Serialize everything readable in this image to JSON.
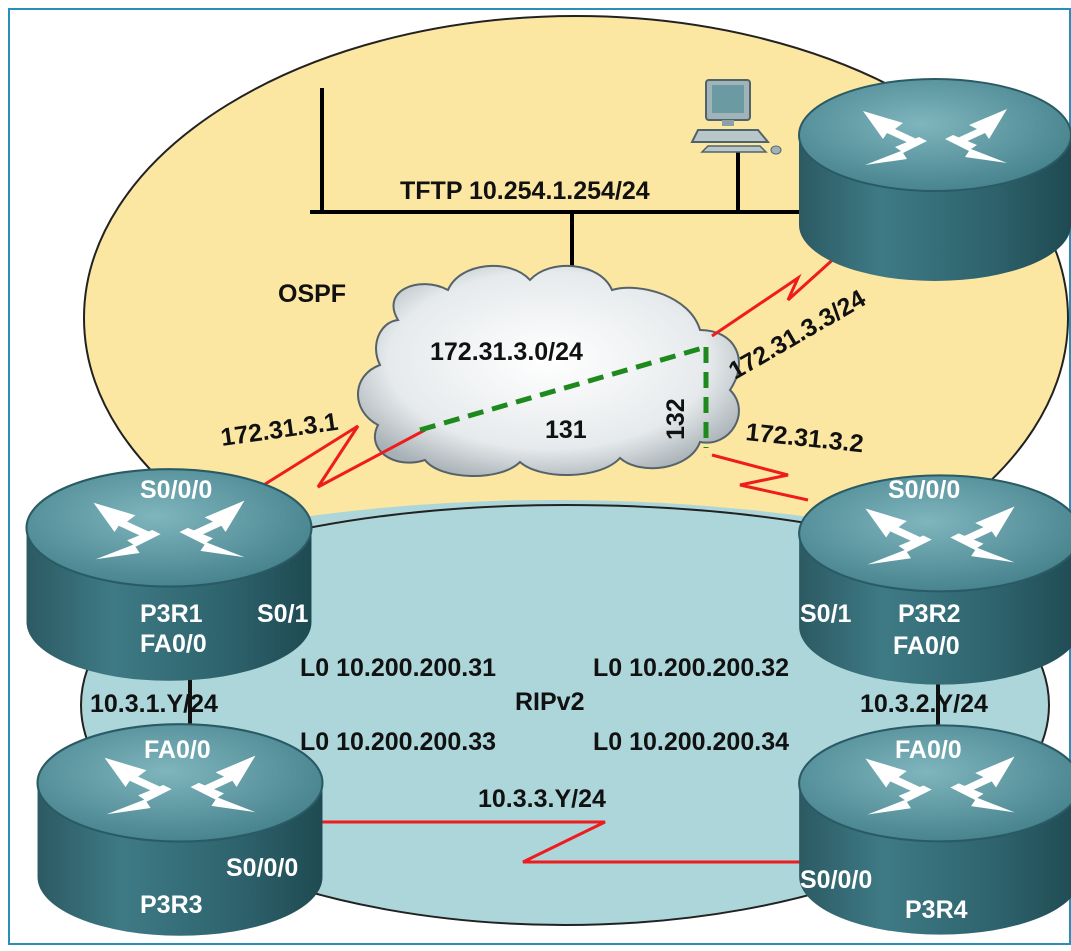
{
  "areas": {
    "ospf_label": "OSPF",
    "rip_label": "RIPv2"
  },
  "tftp_label": "TFTP 10.254.1.254/24",
  "frame_relay": {
    "network": "172.31.3.0/24",
    "dlci_131": "131",
    "dlci_132": "132"
  },
  "links": {
    "r1_serial_ip": "172.31.3.1",
    "r2_serial_ip": "172.31.3.2",
    "top_serial_ip": "172.31.3.3/24",
    "r1_r3_net": "10.3.1.Y/24",
    "r2_r4_net": "10.3.2.Y/24",
    "r3_r4_net": "10.3.3.Y/24"
  },
  "loopbacks": {
    "r1": "L0 10.200.200.31",
    "r2": "L0 10.200.200.32",
    "r3": "L0 10.200.200.33",
    "r4": "L0 10.200.200.34"
  },
  "routers": {
    "p3r1": {
      "name": "P3R1",
      "s000": "S0/0/0",
      "s01": "S0/1",
      "fa00": "FA0/0"
    },
    "p3r2": {
      "name": "P3R2",
      "s000": "S0/0/0",
      "s01": "S0/1",
      "fa00": "FA0/0"
    },
    "p3r3": {
      "name": "P3R3",
      "fa00": "FA0/0",
      "s000": "S0/0/0"
    },
    "p3r4": {
      "name": "P3R4",
      "fa00": "FA0/0",
      "s000": "S0/0/0"
    }
  },
  "colors": {
    "ospf_fill": "#fbe6a2",
    "rip_fill": "#acd6da",
    "serial_link": "#ee1c1c",
    "pvc": "#1e8a1e",
    "frame_border": "#2a8fb8"
  }
}
